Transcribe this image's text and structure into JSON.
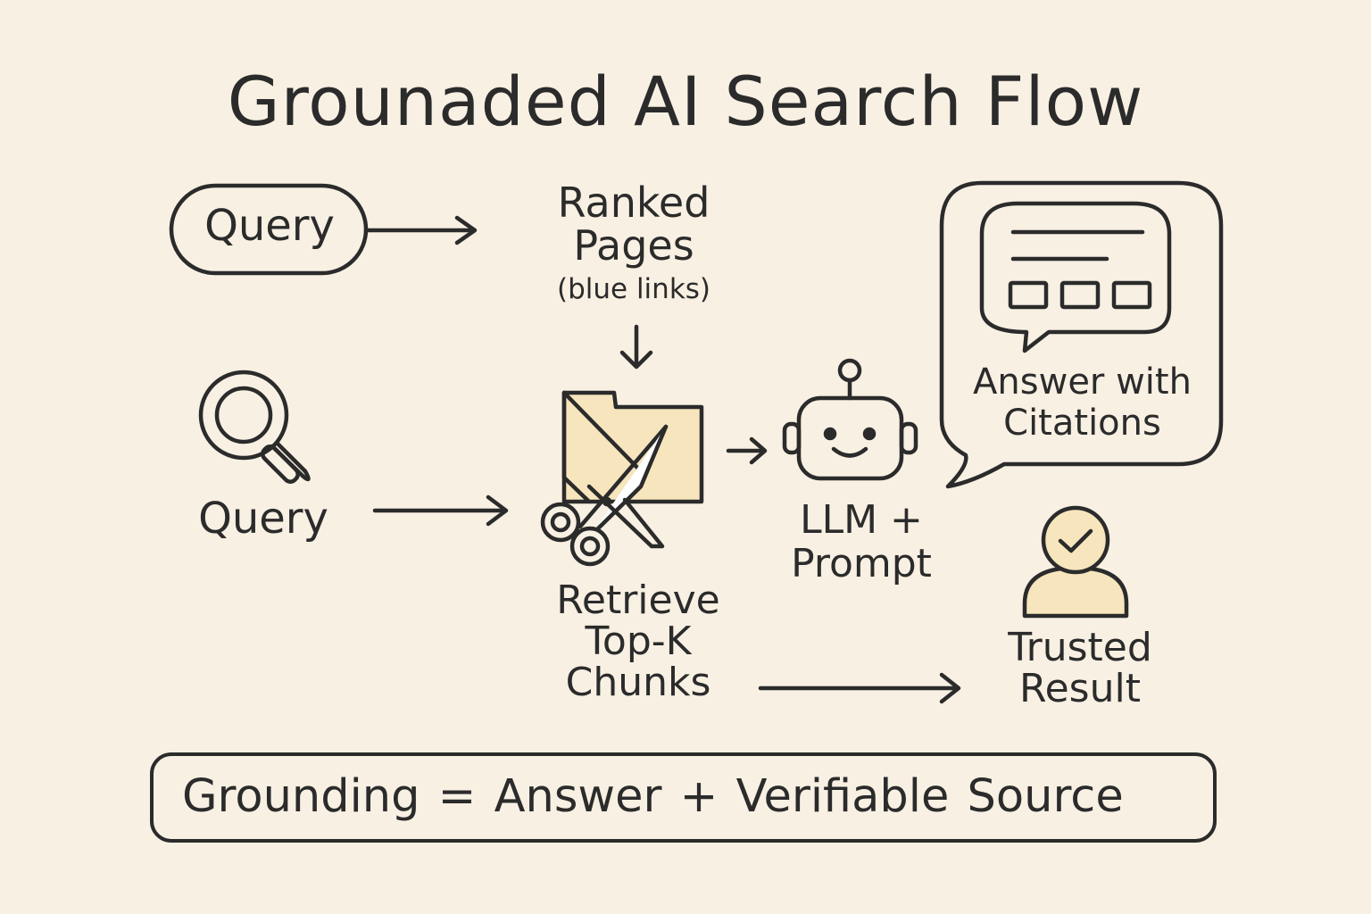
{
  "title": "Grounaded AI Search Flow",
  "classic_flow": {
    "query_label": "Query",
    "ranked_pages": {
      "line1": "Ranked",
      "line2": "Pages",
      "note": "(blue links)"
    }
  },
  "grounded_flow": {
    "query_label": "Query",
    "retrieve": {
      "line1": "Retrieve",
      "line2": "Top-K",
      "line3": "Chunks"
    },
    "llm": {
      "line1": "LLM +",
      "line2": "Prompt"
    },
    "answer": {
      "line1": "Answer with",
      "line2": "Citations"
    },
    "result": {
      "line1": "Trusted",
      "line2": "Result"
    }
  },
  "footer": {
    "equation": "Grounding = Answer + Verifiable Source"
  },
  "icons": [
    "magnifier-icon",
    "folder-icon",
    "scissors-icon",
    "robot-icon",
    "speech-bubble-icon",
    "user-check-icon"
  ],
  "colors": {
    "background": "#f8f0e3",
    "ink": "#2b2b2b",
    "fill_accent": "#f6e5bd"
  }
}
